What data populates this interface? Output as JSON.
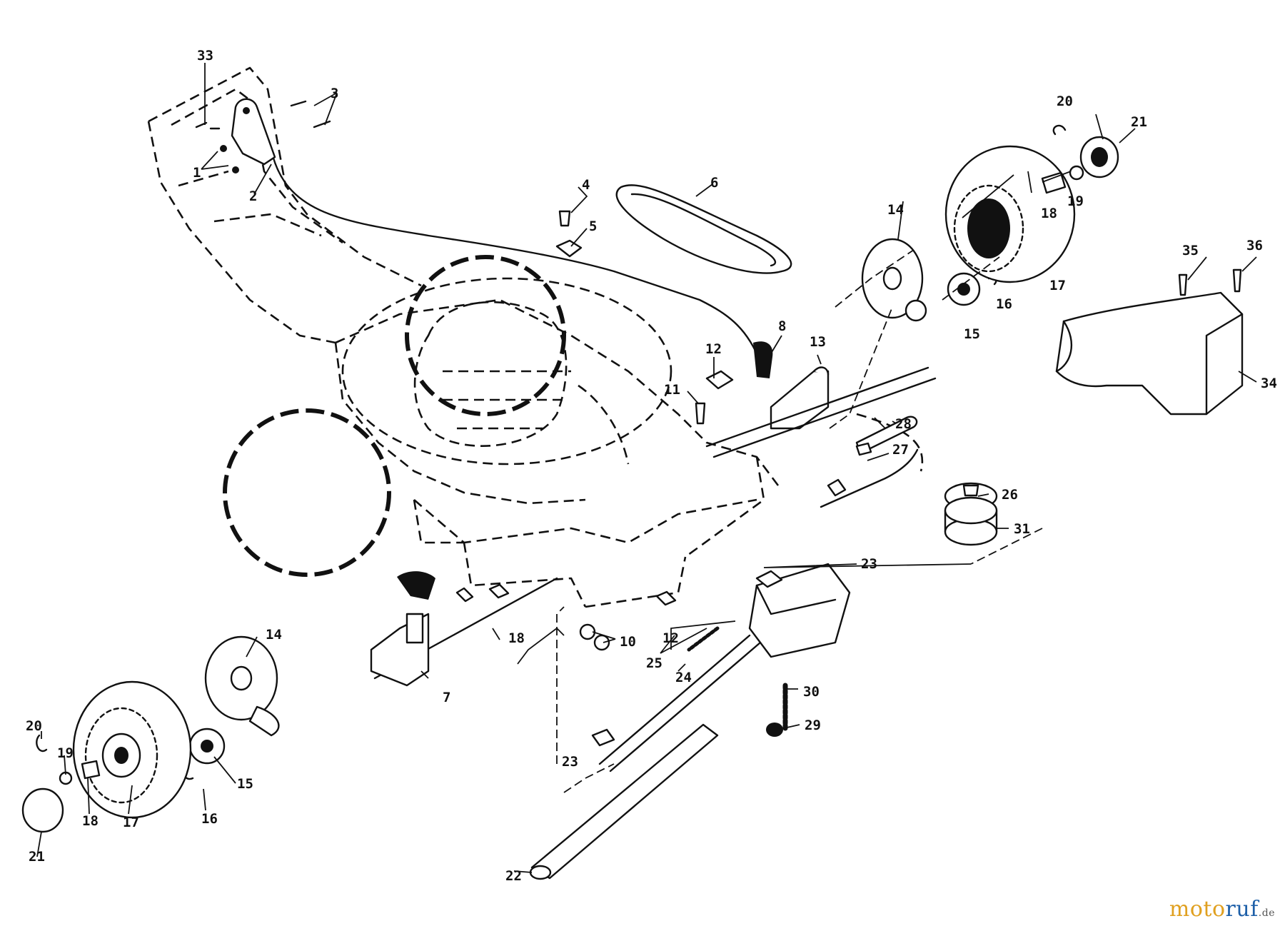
{
  "callouts": {
    "c1": "1",
    "c2": "2",
    "c3": "3",
    "c4": "4",
    "c5": "5",
    "c6": "6",
    "c7": "7",
    "c8": "8",
    "c10": "10",
    "c11": "11",
    "c12a": "12",
    "c12b": "12",
    "c13": "13",
    "c14a": "14",
    "c14b": "14",
    "c15a": "15",
    "c15b": "15",
    "c16a": "16",
    "c16b": "16",
    "c17a": "17",
    "c17b": "17",
    "c18a": "18",
    "c18b": "18",
    "c18c": "18",
    "c19a": "19",
    "c19b": "19",
    "c20a": "20",
    "c20b": "20",
    "c21a": "21",
    "c21b": "21",
    "c22": "22",
    "c23a": "23",
    "c23b": "23",
    "c24": "24",
    "c25": "25",
    "c26": "26",
    "c27": "27",
    "c28": "28",
    "c29": "29",
    "c30": "30",
    "c31": "31",
    "c33": "33",
    "c34": "34",
    "c35": "35",
    "c36": "36"
  },
  "watermark": {
    "part1": "moto",
    "part2": "ruf",
    "tld": ".de"
  }
}
